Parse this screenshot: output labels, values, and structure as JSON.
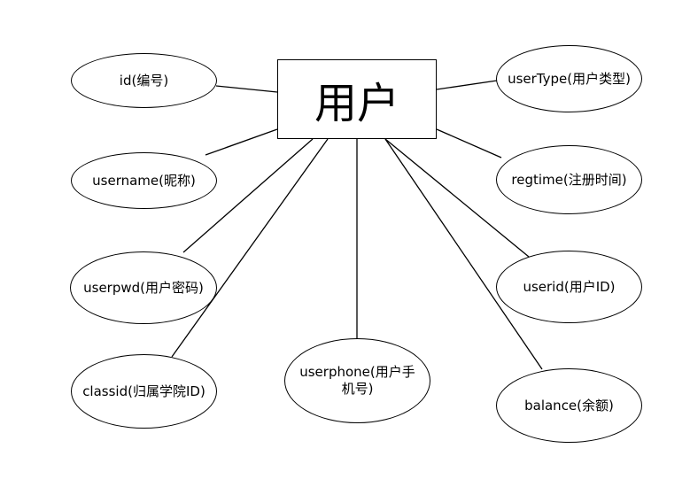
{
  "entity": {
    "label": "用户"
  },
  "attributes": {
    "id": "id(编号)",
    "username": "username(昵称)",
    "userpwd": "userpwd(用户密码)",
    "classid": "classid(归属学院ID)",
    "userphone_line1": "userphone(用户手",
    "userphone_line2": "机号)",
    "usertype": "userType(用户类型)",
    "regtime": "regtime(注册时间)",
    "userid": "userid(用户ID)",
    "balance": "balance(余额)"
  }
}
